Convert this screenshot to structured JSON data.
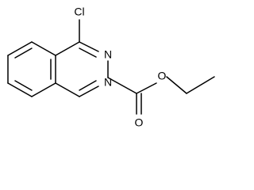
{
  "molecule": {
    "atoms": {
      "cl": "Cl",
      "n3": "N",
      "n1": "N",
      "o_carbonyl": "O",
      "o_ester": "O"
    }
  }
}
